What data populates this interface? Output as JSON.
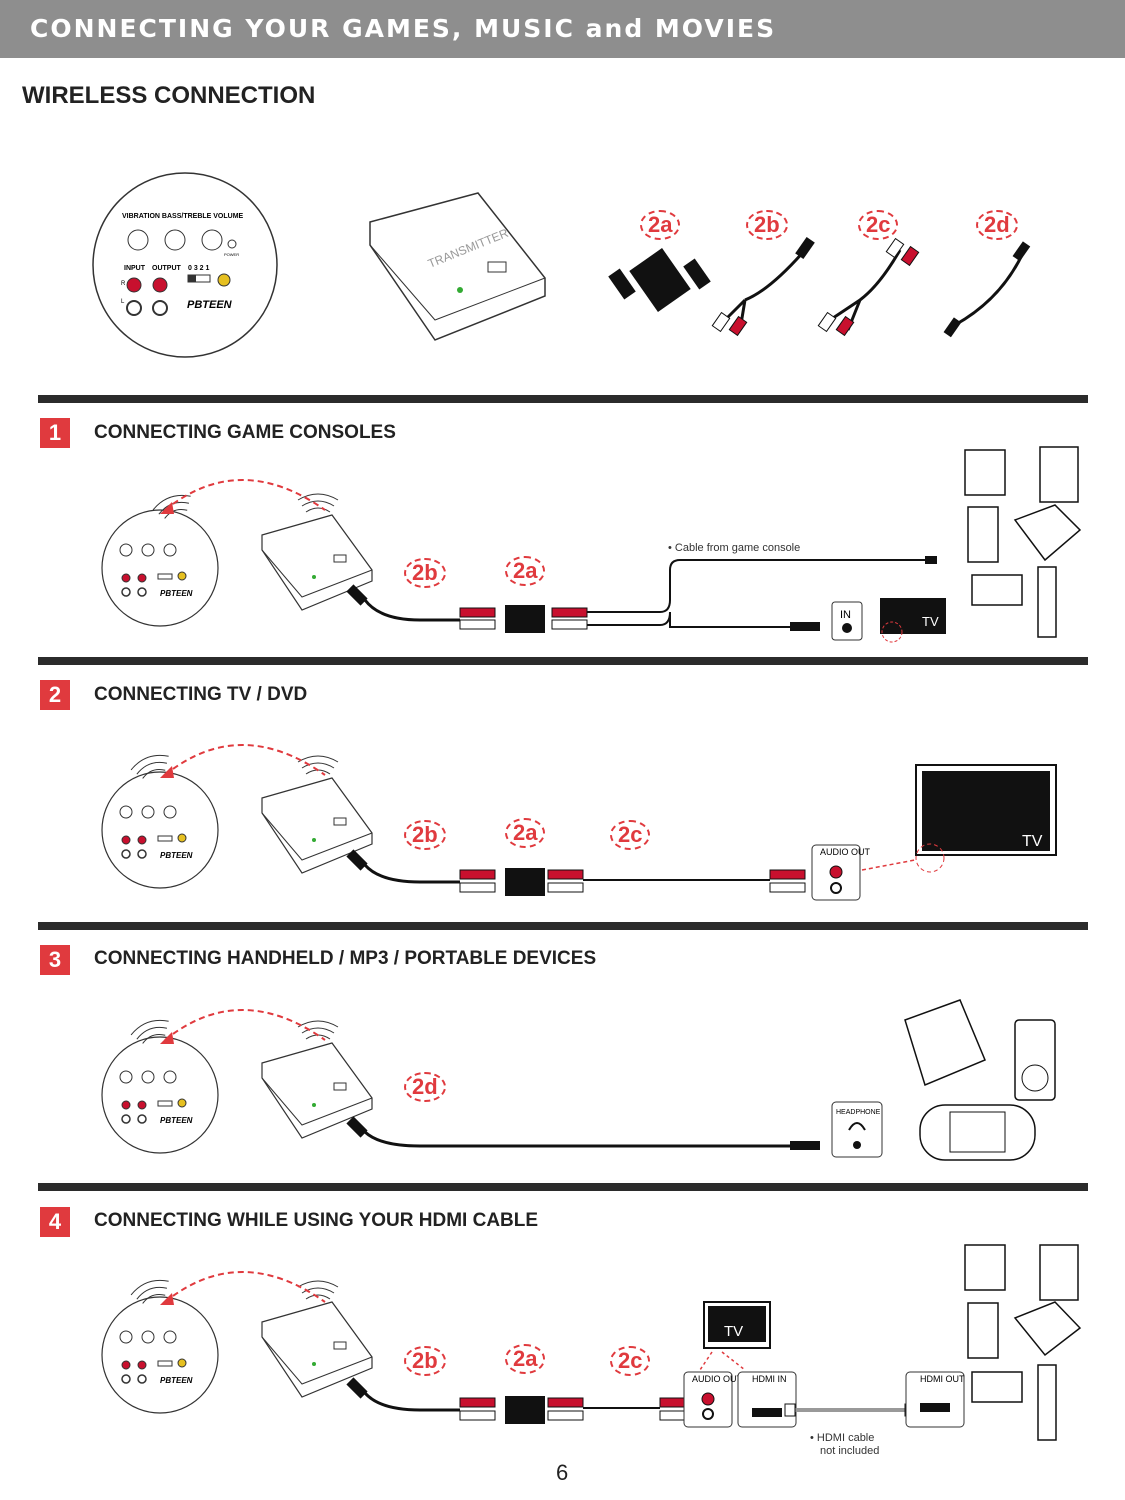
{
  "header": {
    "title": "CONNECTING YOUR GAMES, MUSIC and MOVIES"
  },
  "overview": {
    "heading": "WIRELESS CONNECTION",
    "speaker_panel": {
      "knob_labels": "VIBRATION   BASS/TREBLE   VOLUME",
      "power": "POWER",
      "input": "INPUT",
      "output": "OUTPUT",
      "mode": "0 3 2 1",
      "r": "R",
      "l": "L",
      "brand": "PBTEEN"
    },
    "transmitter_label": "TRANSMITTER",
    "cables": [
      "2a",
      "2b",
      "2c",
      "2d"
    ]
  },
  "sections": [
    {
      "num": "1",
      "title": "CONNECTING GAME CONSOLES",
      "badges": [
        "2b",
        "2a"
      ],
      "note": "• Cable from game console",
      "port_in": "IN",
      "tv": "TV"
    },
    {
      "num": "2",
      "title": "CONNECTING TV / DVD",
      "badges": [
        "2b",
        "2a",
        "2c"
      ],
      "port_audio_out": "AUDIO OUT",
      "tv": "TV"
    },
    {
      "num": "3",
      "title": "CONNECTING HANDHELD / MP3 / PORTABLE DEVICES",
      "badges": [
        "2d"
      ],
      "port_headphone": "HEADPHONE"
    },
    {
      "num": "4",
      "title": "CONNECTING WHILE USING YOUR HDMI CABLE",
      "badges": [
        "2b",
        "2a",
        "2c"
      ],
      "port_audio_out": "AUDIO OUT",
      "port_hdmi_in": "HDMI IN",
      "port_hdmi_out": "HDMI OUT",
      "tv": "TV",
      "note_line1": "• HDMI cable",
      "note_line2": "not included"
    }
  ],
  "page_number": "6",
  "colors": {
    "accent": "#e03a3e",
    "header_bg": "#8e8e8e",
    "bar": "#2b2b2b"
  }
}
